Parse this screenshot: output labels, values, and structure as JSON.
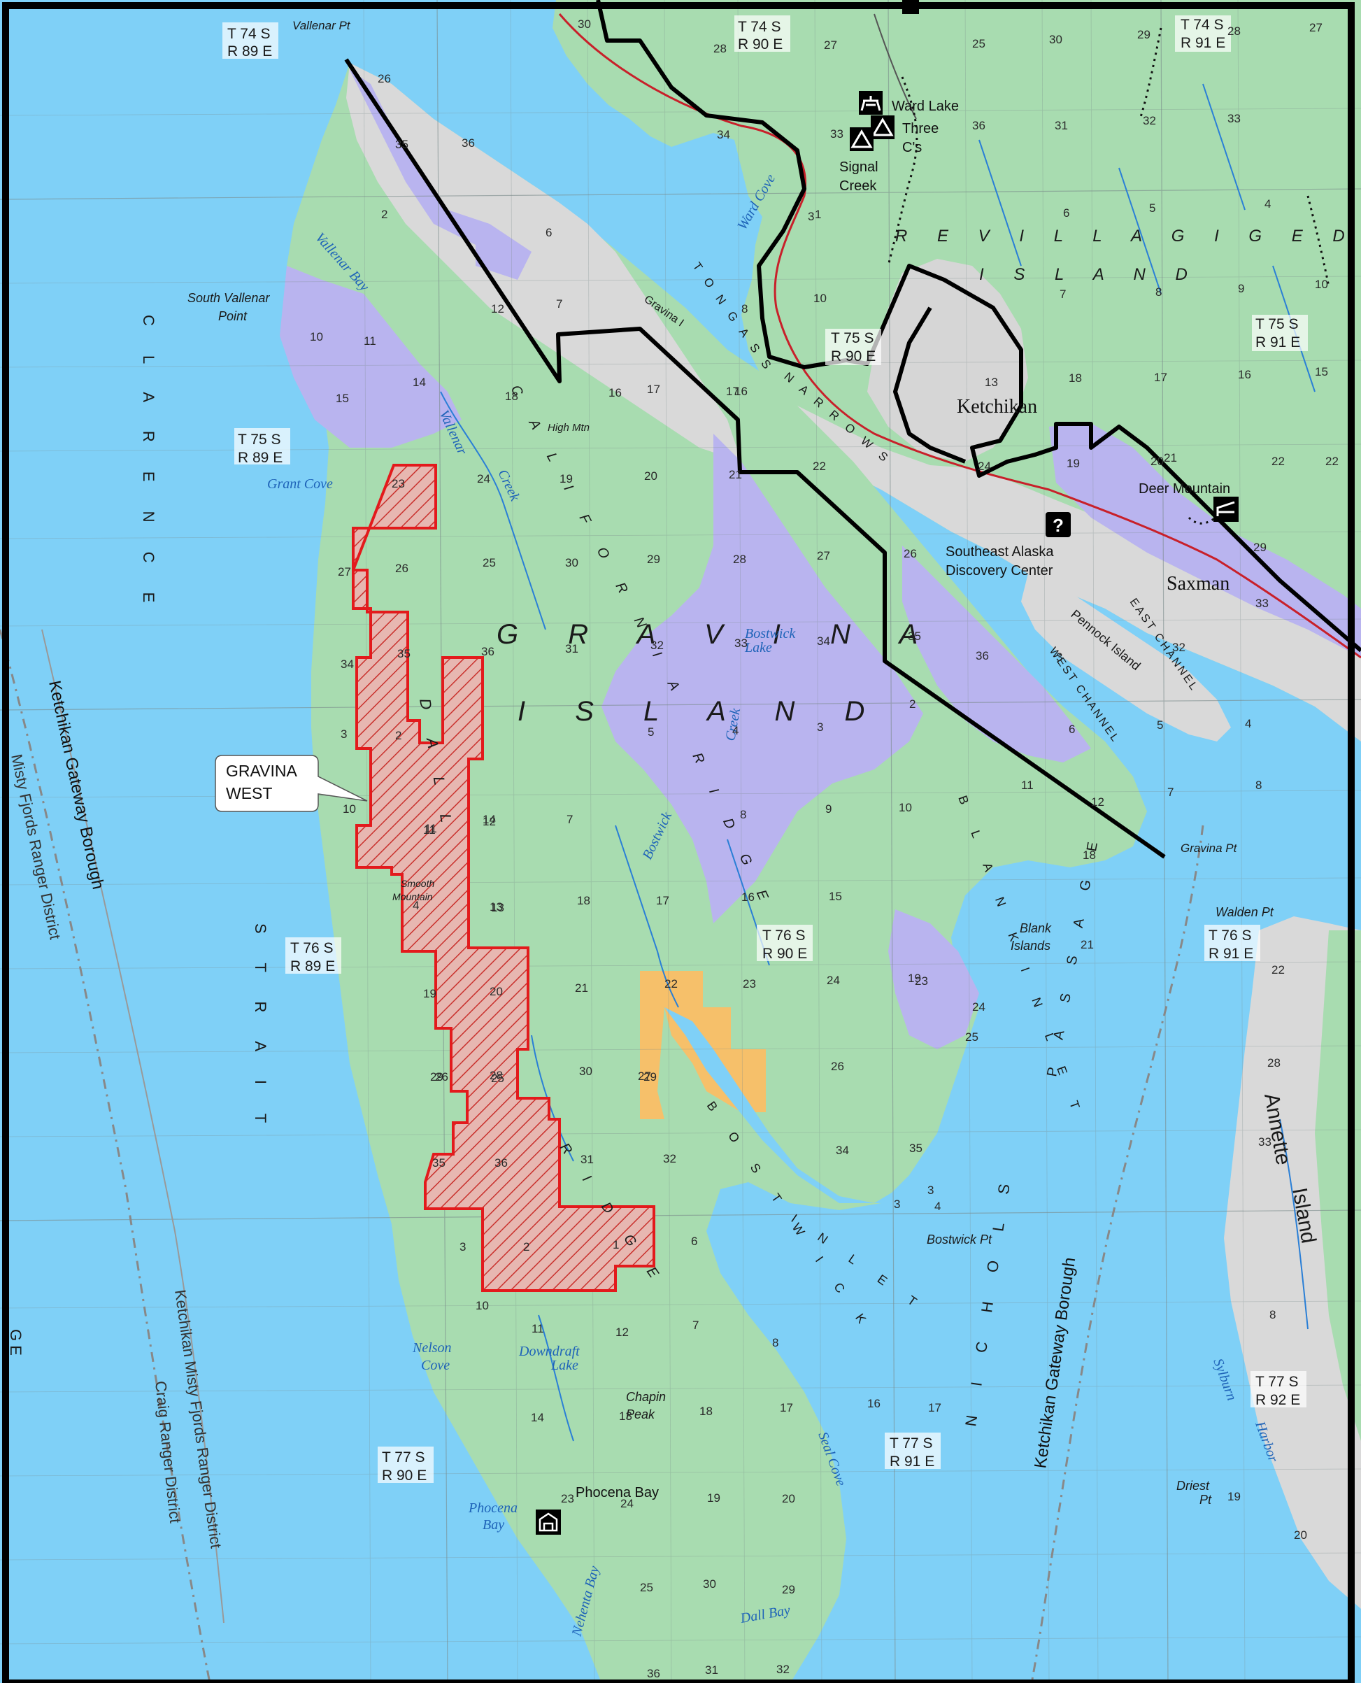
{
  "colors": {
    "water": "#7fd0f7",
    "land_green": "#a8dcb0",
    "land_purple": "#b9b4ef",
    "land_gray": "#d9d9d9",
    "land_orange": "#f6c06a",
    "boundary": "#000000",
    "gravina_west": "#e31a1c",
    "road": "#c8202a",
    "stream": "#2a7fd6"
  },
  "callout": {
    "line1": "GRAVINA",
    "line2": "WEST"
  },
  "regions": {
    "gravina": "G R A V I N A",
    "island": "I S L A N D",
    "revillagigedo": "R E V I L L A G I G E D O",
    "revi_island": "I S L A N D",
    "california": "C A L I F O R N I A",
    "clarence": "C L A R E N C E",
    "strait": "S T R A I T",
    "dall": "D A L L",
    "ridge1": "R I D G E",
    "ridge2": "R I D G E",
    "ridge3": "R I D G E",
    "nichols": "N I C H O L S",
    "passage": "P A S S A G E",
    "bostwick": "B O S T W I C K",
    "inlet": "I N L E T",
    "blank_inlet": "B L A N K   I N L E T",
    "tongass": "T O N G A S S",
    "narrows": "N A R R O W S",
    "east_channel": "EAST CHANNEL",
    "west_channel": "WEST CHANNEL",
    "ge": "G E"
  },
  "places": {
    "vallenar_pt": "Vallenar Pt",
    "south_vallenar": "South Vallenar",
    "point": "Point",
    "high_mtn": "High Mtn",
    "smooth": "Smooth",
    "mountain": "Mountain",
    "ketchikan": "Ketchikan",
    "saxman": "Saxman",
    "deer_mountain": "Deer Mountain",
    "discovery1": "Southeast Alaska",
    "discovery2": "Discovery Center",
    "ward_lake": "Ward Lake",
    "three": "Three",
    "cs": "C's",
    "signal": "Signal",
    "creek": "Creek",
    "gravina_pt": "Gravina Pt",
    "walden_pt": "Walden Pt",
    "blank": "Blank",
    "islands": "Islands",
    "bostwick_pt": "Bostwick Pt",
    "chapin": "Chapin",
    "peak": "Peak",
    "phocena_bay": "Phocena Bay",
    "driest": "Driest",
    "pt": "Pt",
    "pennock": "Pennock Island",
    "annette": "Annette",
    "annette_island": "Island",
    "gravina_i": "Gravina I"
  },
  "water_names": {
    "vallenar_bay": "Vallenar Bay",
    "grant_cove": "Grant Cove",
    "vallenar_creek": "Vallenar",
    "creek2": "Creek",
    "ward_cove": "Ward Cove",
    "bostwick_lake1": "Bostwick",
    "bostwick_lake2": "Lake",
    "bostwick_creek": "Bostwick",
    "nelson": "Nelson",
    "cove": "Cove",
    "downdraft": "Downdraft",
    "lake": "Lake",
    "seal_cove": "Seal Cove",
    "phocena": "Phocena",
    "bay": "Bay",
    "nehenta": "Nehenta Bay",
    "dall_bay": "Dall Bay",
    "sylburn": "Sylburn",
    "harbor": "Harbor",
    "creek3": "Creek"
  },
  "townships": [
    {
      "t": "T 74 S",
      "r": "R 89 E"
    },
    {
      "t": "T 74 S",
      "r": "R 90 E"
    },
    {
      "t": "T 74 S",
      "r": "R 91 E"
    },
    {
      "t": "T 75 S",
      "r": "R 89 E"
    },
    {
      "t": "T 75 S",
      "r": "R 90 E"
    },
    {
      "t": "T 75 S",
      "r": "R 91 E"
    },
    {
      "t": "T 76 S",
      "r": "R 89 E"
    },
    {
      "t": "T 76 S",
      "r": "R 90 E"
    },
    {
      "t": "T 76 S",
      "r": "R 91 E"
    },
    {
      "t": "T 77 S",
      "r": "R 90 E"
    },
    {
      "t": "T 77 S",
      "r": "R 91 E"
    },
    {
      "t": "T 77 S",
      "r": "R 92 E"
    }
  ],
  "boundaries": {
    "ketchikan_borough1": "Ketchikan Gateway Borough",
    "ketchikan_borough2": "Ketchikan Gateway Borough",
    "ketchikan_misty": "Ketchikan Misty Fjords Ranger District",
    "misty_partial": "Misty Fjords Ranger District",
    "craig": "Craig Ranger District"
  },
  "sections": [
    "30",
    "28",
    "27",
    "25",
    "30",
    "29",
    "28",
    "27",
    "26",
    "35",
    "36",
    "34",
    "33",
    "36",
    "31",
    "32",
    "33",
    "2",
    "1",
    "6",
    "3",
    "6",
    "5",
    "4",
    "12",
    "7",
    "8",
    "10",
    "7",
    "8",
    "9",
    "10",
    "10",
    "11",
    "14",
    "18",
    "17",
    "13",
    "18",
    "17",
    "16",
    "15",
    "15",
    "16",
    "17",
    "16",
    "22",
    "21",
    "22",
    "23",
    "24",
    "19",
    "20",
    "21",
    "22",
    "24",
    "19",
    "20",
    "26",
    "25",
    "30",
    "29",
    "28",
    "27",
    "26",
    "29",
    "27",
    "35",
    "36",
    "31",
    "32",
    "33",
    "34",
    "35",
    "36",
    "32",
    "33",
    "34",
    "3",
    "5",
    "4",
    "3",
    "2",
    "6",
    "5",
    "4",
    "3",
    "2",
    "11",
    "12",
    "7",
    "8",
    "9",
    "10",
    "11",
    "12",
    "7",
    "8",
    "10",
    "11",
    "14",
    "13",
    "18",
    "17",
    "16",
    "15",
    "18",
    "4",
    "13",
    "19",
    "20",
    "21",
    "22",
    "23",
    "24",
    "19",
    "21",
    "22",
    "23",
    "24",
    "29",
    "28",
    "27",
    "26",
    "25",
    "28",
    "26",
    "25",
    "30",
    "29",
    "34",
    "35",
    "33",
    "3",
    "35",
    "36",
    "31",
    "32",
    "3",
    "4",
    "3",
    "2",
    "1",
    "6",
    "8",
    "10",
    "11",
    "12",
    "7",
    "8",
    "14",
    "13",
    "18",
    "17",
    "16",
    "17",
    "23",
    "24",
    "19",
    "20",
    "19",
    "25",
    "30",
    "29",
    "20",
    "36",
    "31",
    "32"
  ]
}
